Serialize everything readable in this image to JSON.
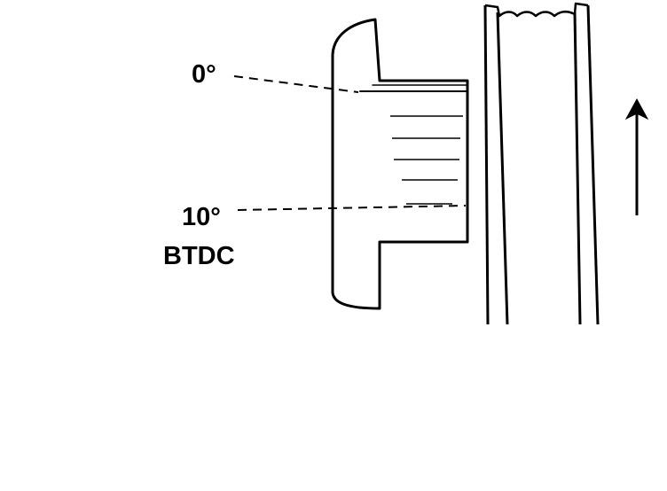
{
  "labels": {
    "zero_mark": "0°",
    "ten_mark": "10°",
    "btdc": "BTDC"
  },
  "icons": {
    "rotation_arrow": "arrow-up-icon"
  },
  "colors": {
    "ink": "#000000",
    "paper": "#ffffff"
  }
}
